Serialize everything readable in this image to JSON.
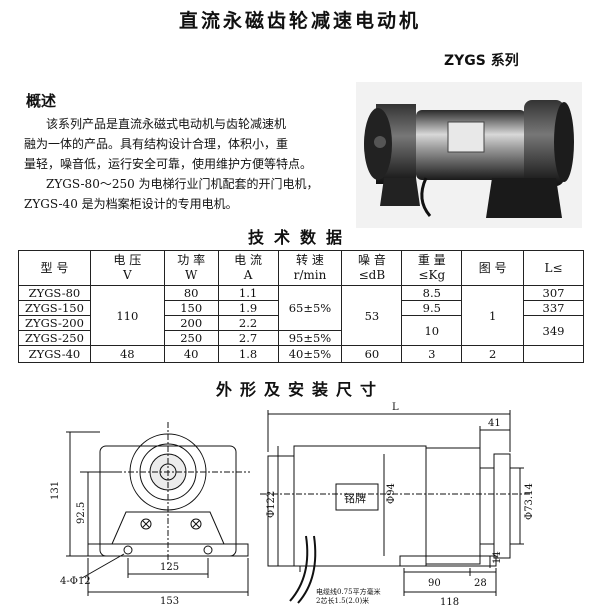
{
  "doc": {
    "title": "直流永磁齿轮减速电动机",
    "series": "ZYGS 系列",
    "overview_heading": "概述",
    "overview_lines": [
      "该系列产品是直流永磁式电动机与齿轮减速机",
      "融为一体的产品。具有结构设计合理，体积小，重",
      "量轻，噪音低，运行安全可靠，使用维护方便等特点。",
      "ZYGS-80～250 为电梯行业门机配套的开门电机，",
      "ZYGS-40 是为档案柜设计的专用电机。"
    ],
    "tech_title": "技术数据",
    "dim_title": "外形及安装尺寸"
  },
  "table": {
    "headers": [
      {
        "top": "型 号",
        "bottom": ""
      },
      {
        "top": "电 压",
        "bottom": "V"
      },
      {
        "top": "功 率",
        "bottom": "W"
      },
      {
        "top": "电 流",
        "bottom": "A"
      },
      {
        "top": "转 速",
        "bottom": "r/min"
      },
      {
        "top": "噪 音",
        "bottom": "≤dB"
      },
      {
        "top": "重 量",
        "bottom": "≤Kg"
      },
      {
        "top": "图 号",
        "bottom": ""
      },
      {
        "top": "L≤",
        "bottom": ""
      }
    ],
    "models": [
      "ZYGS-80",
      "ZYGS-150",
      "ZYGS-200",
      "ZYGS-250",
      "ZYGS-40"
    ],
    "voltage_group": "110",
    "voltage_40": "48",
    "power": [
      "80",
      "150",
      "200",
      "250",
      "40"
    ],
    "current": [
      "1.1",
      "1.9",
      "2.2",
      "2.7",
      "1.8"
    ],
    "speed_group": "65±5%",
    "speed_250": "95±5%",
    "speed_40": "40±5%",
    "noise_group": "53",
    "noise_40": "60",
    "weight_80": "8.5",
    "weight_150": "9.5",
    "weight_group": "10",
    "weight_40": "3",
    "figno_group": "1",
    "figno_40": "2",
    "l_80": "307",
    "l_150": "337",
    "l_group": "349"
  },
  "drawing": {
    "d131": "131",
    "d92_5": "92.5",
    "d4_phi12": "4-Φ12",
    "d125": "125",
    "d153": "153",
    "d122": "Φ122",
    "d94": "Φ94",
    "nameplate": "铭牌",
    "dL": "L",
    "d41": "41",
    "d73_14": "Φ73.14",
    "d14": "14",
    "d90": "90",
    "d28": "28",
    "d118": "118",
    "cable_note_1": "电缆线0.75平方毫米",
    "cable_note_2": "2芯长1.5(2.0)米"
  }
}
